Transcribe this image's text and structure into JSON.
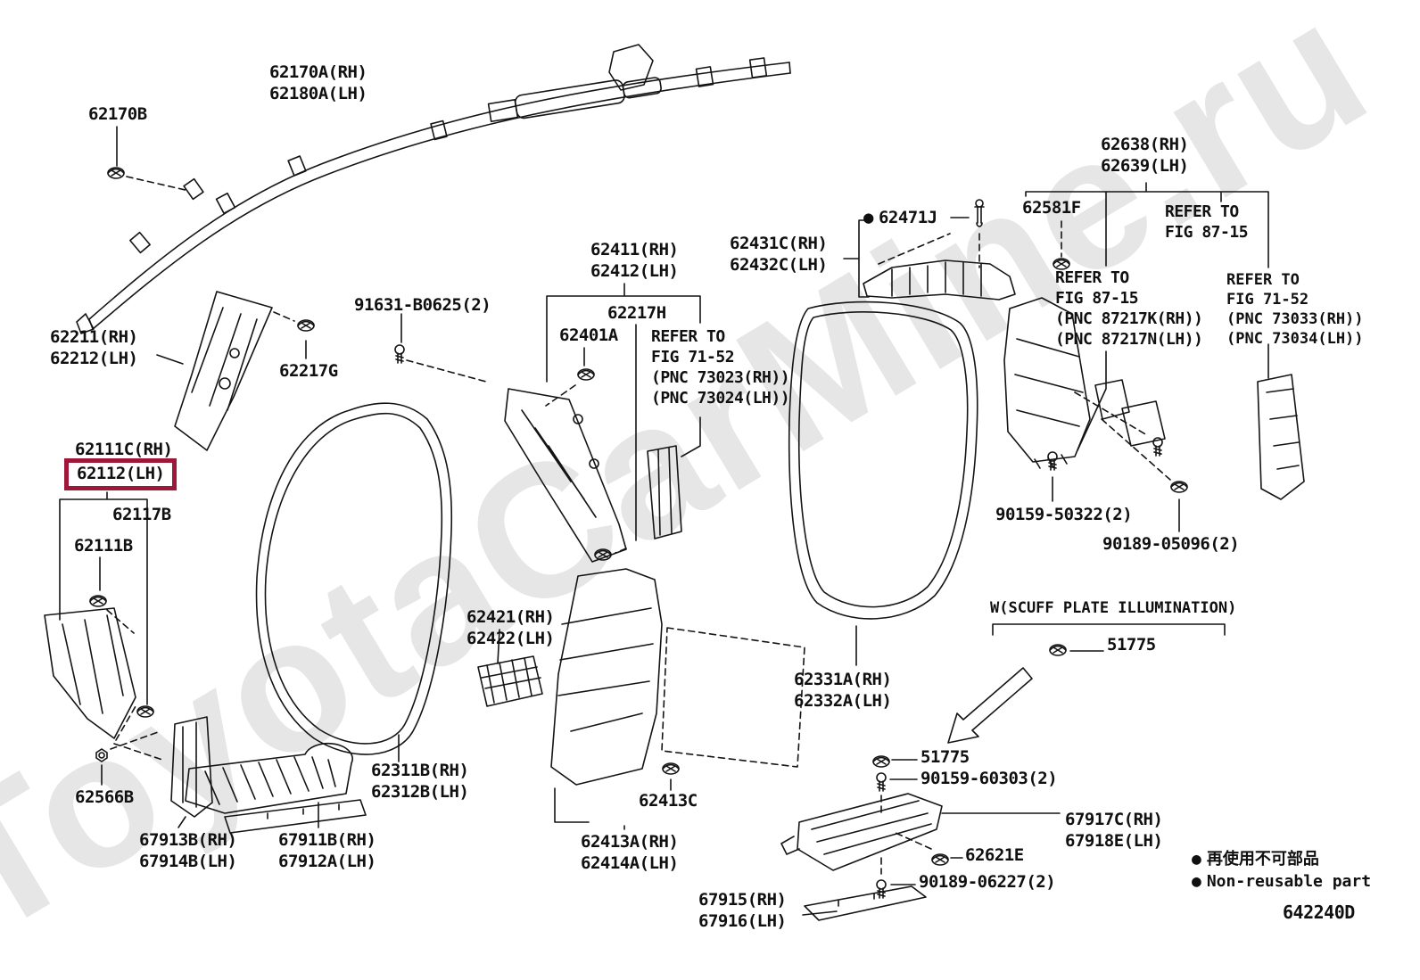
{
  "watermark": "ToyotaCarMine.ru",
  "figure_code": "642240D",
  "highlight_color": "#9E1638",
  "legend": {
    "bullet": "●",
    "items": [
      {
        "text": "再使用不可部品"
      },
      {
        "text": "Non-reusable part"
      }
    ]
  },
  "notes": {
    "scuff_plate": "W(SCUFF PLATE ILLUMINATION)",
    "refer_fig7152_front": [
      "REFER TO",
      "FIG 71-52",
      "(PNC 73023(RH))",
      "(PNC 73024(LH))"
    ],
    "refer_fig8715_top": [
      "REFER TO",
      "FIG 87-15"
    ],
    "refer_fig8715_mid": [
      "REFER TO",
      "FIG 87-15",
      "(PNC 87217K(RH))",
      "(PNC 87217N(LH))"
    ],
    "refer_fig7152_right": [
      "REFER TO",
      "FIG 71-52",
      "(PNC 73033(RH))",
      "(PNC 73034(LH))"
    ]
  },
  "parts": {
    "p62170b": {
      "lines": [
        "62170B"
      ]
    },
    "p62170a": {
      "lines": [
        "62170A(RH)",
        "62180A(LH)"
      ]
    },
    "p62211": {
      "lines": [
        "62211(RH)",
        "62212(LH)"
      ]
    },
    "p62217g": {
      "lines": [
        "62217G"
      ]
    },
    "p91631b0625": {
      "lines": [
        "91631-B0625(2)"
      ]
    },
    "p62111c": {
      "lines": [
        "62111C(RH)"
      ]
    },
    "p62112": {
      "lines": [
        "62112(LH)"
      ]
    },
    "p62117b": {
      "lines": [
        "62117B"
      ]
    },
    "p62111b": {
      "lines": [
        "62111B"
      ]
    },
    "p62566b": {
      "lines": [
        "62566B"
      ]
    },
    "p67913b": {
      "lines": [
        "67913B(RH)",
        "67914B(LH)"
      ]
    },
    "p67911b": {
      "lines": [
        "67911B(RH)",
        "67912A(LH)"
      ]
    },
    "p62311b": {
      "lines": [
        "62311B(RH)",
        "62312B(LH)"
      ]
    },
    "p62421": {
      "lines": [
        "62421(RH)",
        "62422(LH)"
      ]
    },
    "p62413c": {
      "lines": [
        "62413C"
      ]
    },
    "p62413a": {
      "lines": [
        "62413A(RH)",
        "62414A(LH)"
      ]
    },
    "p62411": {
      "lines": [
        "62411(RH)",
        "62412(LH)"
      ]
    },
    "p62217h": {
      "lines": [
        "62217H"
      ]
    },
    "p62401a": {
      "lines": [
        "62401A"
      ]
    },
    "p62431c": {
      "lines": [
        "62431C(RH)",
        "62432C(LH)"
      ]
    },
    "p62471j": {
      "lines": [
        "62471J"
      ]
    },
    "p62581f": {
      "lines": [
        "62581F"
      ]
    },
    "p62638": {
      "lines": [
        "62638(RH)",
        "62639(LH)"
      ]
    },
    "p90159_50322": {
      "lines": [
        "90159-50322(2)"
      ]
    },
    "p90189_05096": {
      "lines": [
        "90189-05096(2)"
      ]
    },
    "p62331a": {
      "lines": [
        "62331A(RH)",
        "62332A(LH)"
      ]
    },
    "p51775_top": {
      "lines": [
        "51775"
      ]
    },
    "p51775_bottom": {
      "lines": [
        "51775"
      ]
    },
    "p90159_60303": {
      "lines": [
        "90159-60303(2)"
      ]
    },
    "p67917c": {
      "lines": [
        "67917C(RH)",
        "67918E(LH)"
      ]
    },
    "p62621e": {
      "lines": [
        "62621E"
      ]
    },
    "p90189_06227": {
      "lines": [
        "90189-06227(2)"
      ]
    },
    "p67915": {
      "lines": [
        "67915(RH)",
        "67916(LH)"
      ]
    }
  }
}
